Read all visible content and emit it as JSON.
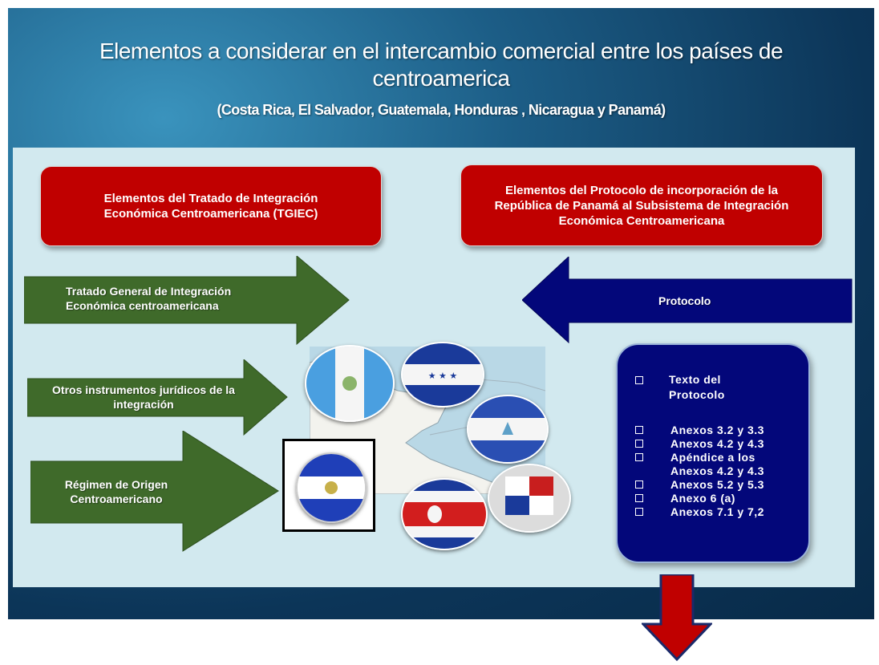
{
  "slide": {
    "title_line1": "Elementos a considerar en el intercambio comercial entre los países de",
    "title_line2": "centroamerica",
    "subtitle": "(Costa Rica, El Salvador, Guatemala, Honduras , Nicaragua y Panamá)"
  },
  "boxes": {
    "tgiec": "Elementos del Tratado de Integración Económica Centroamericana (TGIEC)",
    "protocolo_panama": "Elementos del Protocolo de incorporación de la República de Panamá al Subsistema de Integración Económica Centroamericana"
  },
  "arrows": {
    "tratado_general": "Tratado General de Integración Económica centroamericana",
    "otros_instrumentos": "Otros instrumentos jurídicos de la integración",
    "regimen_origen": "Régimen de Origen Centroamericano",
    "protocolo": "Protocolo"
  },
  "protocol_list": [
    "Texto del Protocolo",
    "Anexos 3.2 y 3.3",
    "Anexos 4.2 y 4.3",
    "Apéndice a los Anexos 4.2 y 4.3",
    "Anexos 5.2 y 5.3",
    "Anexo 6 (a)",
    "Anexos 7.1 y 7,2"
  ],
  "flags": [
    "Guatemala",
    "Honduras",
    "Nicaragua",
    "El Salvador",
    "Costa Rica",
    "Panamá"
  ],
  "colors": {
    "red_box": "#c00000",
    "green_arrow": "#3f6a2a",
    "navy": "#03077a",
    "panel": "#d2e9ef"
  }
}
